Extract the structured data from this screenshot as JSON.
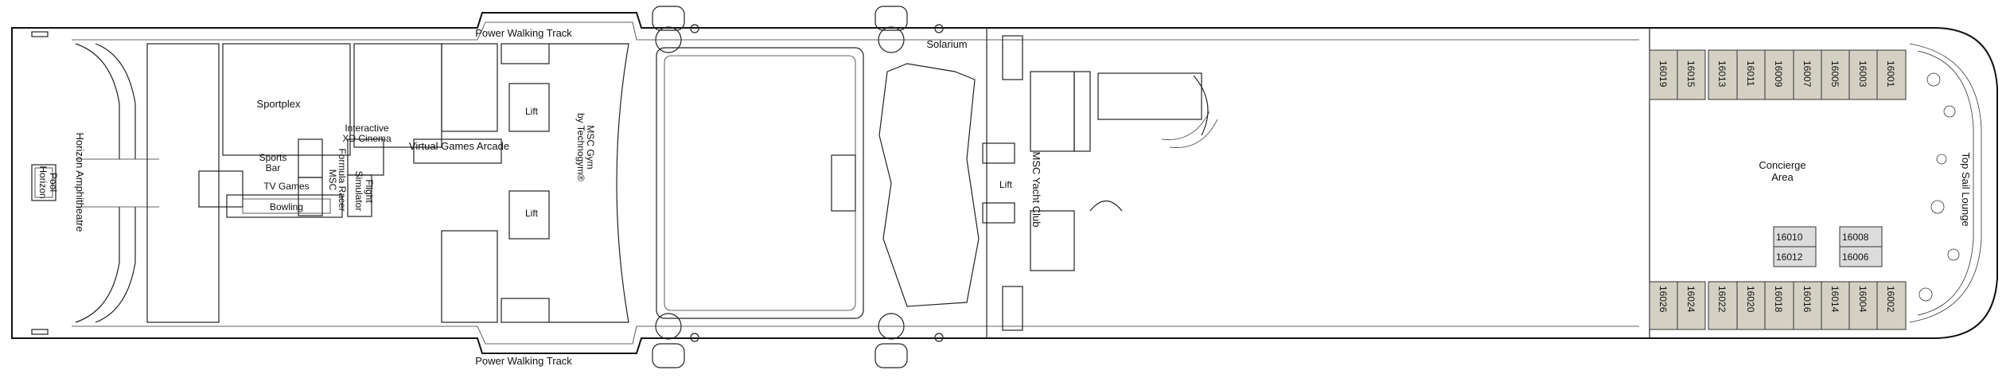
{
  "deck": {
    "labels": {
      "power_walking_top": "Power Walking Track",
      "power_walking_bottom": "Power Walking Track",
      "sportplex": "Sportplex",
      "horizon_pool_1": "Horizon",
      "horizon_pool_2": "Pool",
      "horizon_amphitheatre": "Horizon Amphitheatre",
      "sports_bar_1": "Sports",
      "sports_bar_2": "Bar",
      "tv_games": "TV Games",
      "bowling": "Bowling",
      "formula_racer_1": "MSC",
      "formula_racer_2": "Formula Racer",
      "cinema_1": "Interactive",
      "cinema_2": "XD Cinema",
      "flight_sim_1": "Flight",
      "flight_sim_2": "Simulator",
      "virtual_games": "Virtual Games Arcade",
      "lift_1": "Lift",
      "lift_2": "Lift",
      "gym_1": "MSC Gym",
      "gym_2": "by Technogym®",
      "solarium": "Solarium",
      "lift_3": "Lift",
      "yacht_club": "MSC Yacht Club",
      "concierge_1": "Concierge",
      "concierge_2": "Area",
      "top_sail": "Top Sail Lounge"
    },
    "cabins_top": [
      "16019",
      "16015",
      "16013",
      "16011",
      "16009",
      "16007",
      "16005",
      "16003",
      "16001"
    ],
    "cabins_bottom": [
      "16026",
      "16024",
      "16022",
      "16020",
      "16018",
      "16016",
      "16014",
      "16004",
      "16002"
    ],
    "cabins_inner_left": [
      "16010",
      "16012"
    ],
    "cabins_inner_right": [
      "16008",
      "16006"
    ],
    "colors": {
      "cabin_fill": "#d4d1c4",
      "inner_cabin_fill": "#dcdcdc",
      "line": "#222222"
    }
  }
}
